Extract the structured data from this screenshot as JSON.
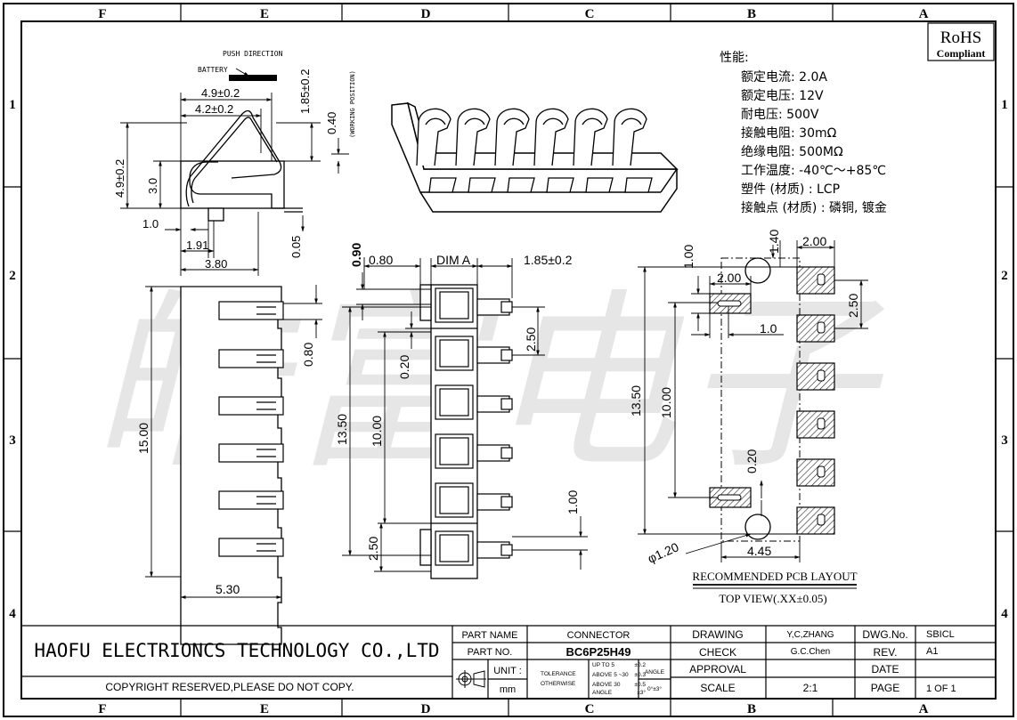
{
  "zones": {
    "columns": [
      "F",
      "E",
      "D",
      "C",
      "B",
      "A"
    ],
    "rows": [
      "1",
      "2",
      "3",
      "4"
    ]
  },
  "rohs": {
    "line1": "RoHS",
    "line2": "Compliant"
  },
  "watermark": "皓富电子",
  "specs": {
    "title": "性能:",
    "items": [
      "额定电流: 2.0A",
      "额定电压: 12V",
      "耐电压: 500V",
      "接触电阻: 30mΩ",
      "绝缘电阻: 500MΩ",
      "工作温度: -40℃～+85℃",
      "塑件 (材质) : LCP",
      "接触点 (材质) : 磷铜, 镀金"
    ]
  },
  "side_view": {
    "push_direction": "PUSH DIRECTION",
    "battery": "BATTERY",
    "working_position": "(WORKING POSITION)",
    "dims": {
      "d49": "4.9±0.2",
      "d42": "4.2±0.2",
      "d185v": "1.85±0.2",
      "d040": "0.40",
      "h49": "4.9±0.2",
      "h30": "3.0",
      "d10": "1.0",
      "d191": "1.91",
      "d380": "3.80",
      "d005": "0.05"
    }
  },
  "left_view": {
    "dims": {
      "d1500": "15.00",
      "d080": "0.80",
      "d530": "5.30"
    }
  },
  "front_view": {
    "dims": {
      "d090": "0.90",
      "d080": "0.80",
      "dimA": "DIM A",
      "d185": "1.85±0.2",
      "d250top": "2.50",
      "d020": "0.20",
      "d1350": "13.50",
      "d1000": "10.00",
      "d100": "1.00",
      "d250bot": "2.50"
    }
  },
  "pcb": {
    "dims": {
      "d140": "1.40",
      "d200a": "2.00",
      "d100a": "1.00",
      "d200b": "2.00",
      "d250": "2.50",
      "d10": "1.0",
      "d1350": "13.50",
      "d1000": "10.00",
      "d020": "0.20",
      "d445": "4.45",
      "dia": "φ1.20"
    },
    "caption1": "RECOMMENDED PCB LAYOUT",
    "caption2": "TOP VIEW(.XX±0.05)"
  },
  "title_block": {
    "company": "HAOFU ELECTRIONCS TECHNOLOGY CO.,LTD",
    "copyright": "COPYRIGHT RESERVED,PLEASE DO NOT COPY.",
    "part_name_label": "PART NAME",
    "part_name": "CONNECTOR",
    "part_no_label": "PART NO.",
    "part_no": "BC6P25H49",
    "unit_label": "UNIT :",
    "unit": "mm",
    "tolerance_label": "TOLERANCE",
    "otherwise_label": "OTHERWISE",
    "tol_rows": [
      {
        "range": "UP TO 5",
        "val": "±0.2"
      },
      {
        "range": "ABOVE 5 ~30",
        "val": "±0.3"
      },
      {
        "range": "ABOVE 30",
        "val": "±0.5"
      },
      {
        "range": "ANGLE",
        "val": "±3°"
      }
    ],
    "angle_label": "ANGLE",
    "angle_value": "0°±3°",
    "drawing_label": "DRAWING",
    "drawing": "Y,C,ZHANG",
    "check_label": "CHECK",
    "check": "G.C.Chen",
    "approval_label": "APPROVAL",
    "scale_label": "SCALE",
    "scale": "2:1",
    "dwg_no_label": "DWG.No.",
    "dwg_no": "SBICL",
    "rev_label": "REV.",
    "rev": "A1",
    "date_label": "DATE",
    "page_label": "PAGE",
    "page": "1 OF 1"
  }
}
